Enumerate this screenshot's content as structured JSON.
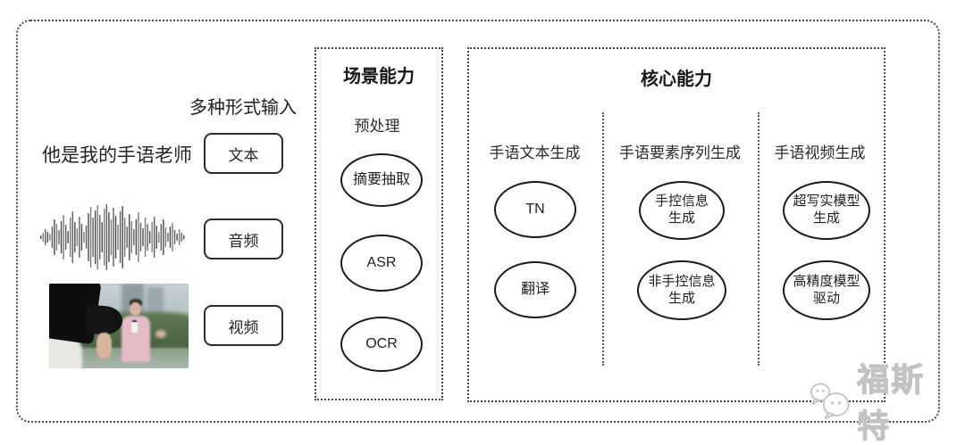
{
  "input": {
    "heading": "多种形式输入",
    "text_sample": "他是我的手语老师",
    "buttons": {
      "text": "文本",
      "audio": "音频",
      "video": "视频"
    }
  },
  "scene_panel": {
    "title": "场景能力",
    "subtitle": "预处理",
    "nodes": [
      "摘要抽取",
      "ASR",
      "OCR"
    ]
  },
  "core_panel": {
    "title": "核心能力",
    "columns": [
      {
        "header": "手语文本生成",
        "nodes": [
          "TN",
          "翻译"
        ]
      },
      {
        "header": "手语要素序列生成",
        "nodes": [
          "手控信息\n生成",
          "非手控信息\n生成"
        ]
      },
      {
        "header": "手语视频生成",
        "nodes": [
          "超写实模型\n生成",
          "高精度模型\n驱动"
        ]
      }
    ]
  },
  "watermark": {
    "text": "福斯特",
    "logo_icon": "chat-bubbles-logo"
  },
  "colors": {
    "frame_line": "#4a4a4a",
    "node_stroke": "#1b1b1b",
    "watermark_gray": "#c7c7c7"
  }
}
